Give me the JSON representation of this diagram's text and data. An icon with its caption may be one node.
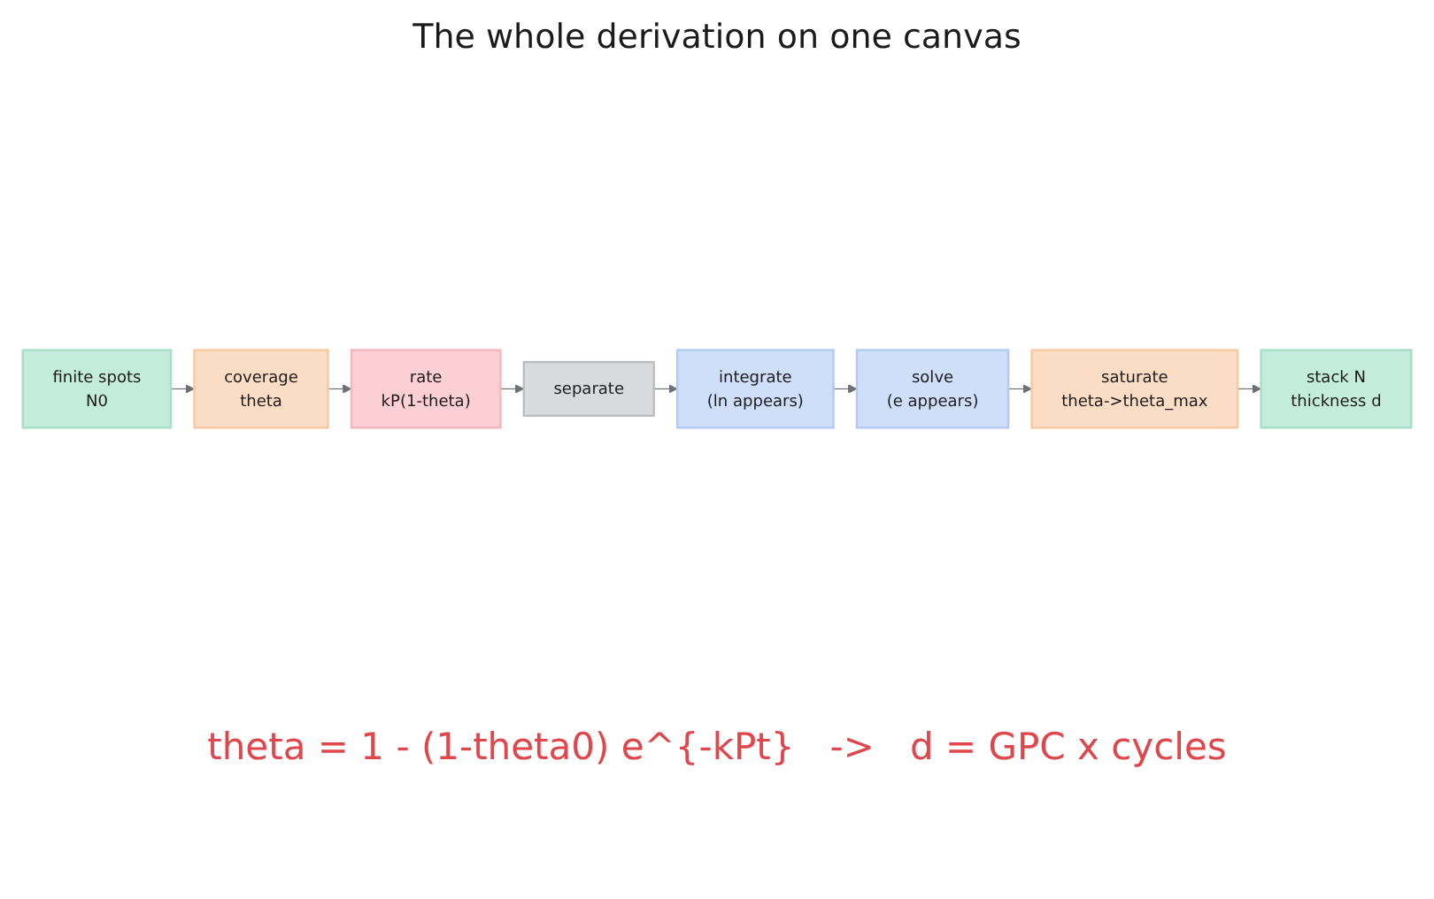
{
  "diagram": {
    "title": "The whole derivation on one canvas",
    "nodes": [
      {
        "text": [
          "finite spots N0"
        ]
      },
      {
        "text": [
          "coverage theta"
        ]
      },
      {
        "text": [
          "rate kP(1-theta)"
        ]
      },
      {
        "text": [
          "separate"
        ]
      },
      {
        "text": [
          "integrate (ln appears)"
        ]
      },
      {
        "text": [
          "solve (e appears)"
        ]
      },
      {
        "text": [
          "saturate theta->theta_max"
        ]
      },
      {
        "text": [
          "stack N thickness d"
        ]
      }
    ],
    "edges": [
      {
        "from": 0,
        "to": 1,
        "arrow": "to"
      },
      {
        "from": 1,
        "to": 2,
        "arrow": "to"
      },
      {
        "from": 2,
        "to": 3,
        "arrow": "to"
      },
      {
        "from": 3,
        "to": 4,
        "arrow": "to"
      },
      {
        "from": 4,
        "to": 5,
        "arrow": "to"
      },
      {
        "from": 5,
        "to": 6,
        "arrow": "to"
      },
      {
        "from": 6,
        "to": 7,
        "arrow": "to"
      }
    ],
    "labels": [
      "theta = 1 - (1-theta0) e^{-kPt}   ->   d = GPC x cycles"
    ]
  }
}
